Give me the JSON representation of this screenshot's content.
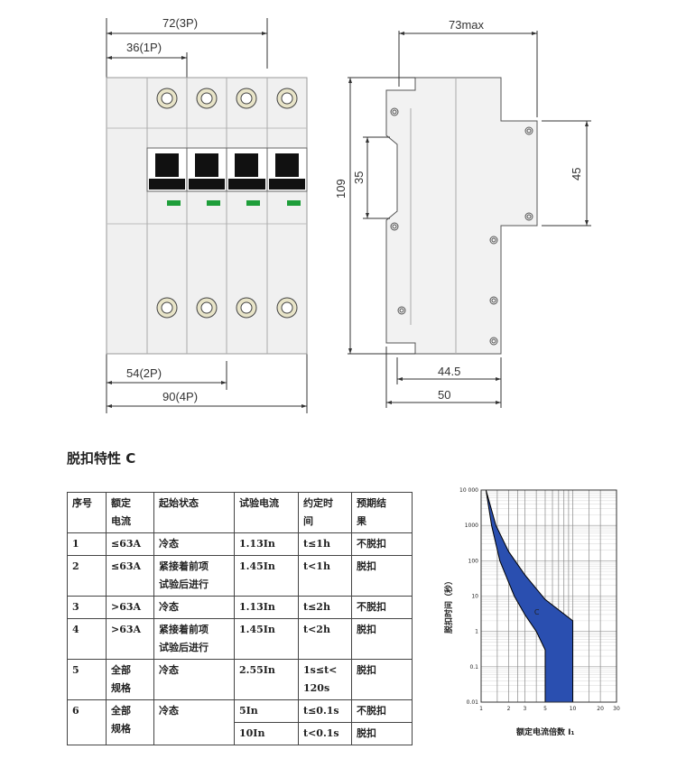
{
  "dimensions": {
    "width_3p": "72(3P)",
    "width_1p": "36(1P)",
    "width_2p": "54(2P)",
    "width_4p": "90(4P)",
    "depth_max": "73max",
    "height_total": "109",
    "rail_height": "35",
    "front_height": "45",
    "depth_44_5": "44.5",
    "depth_50": "50"
  },
  "section_title": "脱扣特性 C",
  "table": {
    "headers": [
      [
        "序号"
      ],
      [
        "额定",
        "电流"
      ],
      [
        "起始状态"
      ],
      [
        "试验电流"
      ],
      [
        "约定时",
        "间"
      ],
      [
        "预期结",
        "果"
      ]
    ],
    "rows": [
      {
        "no": "1",
        "current": [
          "≤63A"
        ],
        "state": [
          "冷态"
        ],
        "test": "1.13In",
        "time": [
          "t≤1h"
        ],
        "result": "不脱扣"
      },
      {
        "no": "2",
        "current": [
          "≤63A"
        ],
        "state": [
          "紧接着前项",
          "试验后进行"
        ],
        "test": "1.45In",
        "time": [
          "t<1h"
        ],
        "result": "脱扣"
      },
      {
        "no": "3",
        "current": [
          ">63A"
        ],
        "state": [
          "冷态"
        ],
        "test": "1.13In",
        "time": [
          "t≤2h"
        ],
        "result": "不脱扣"
      },
      {
        "no": "4",
        "current": [
          ">63A"
        ],
        "state": [
          "紧接着前项",
          "试验后进行"
        ],
        "test": "1.45In",
        "time": [
          "t<2h"
        ],
        "result": "脱扣"
      },
      {
        "no": "5",
        "current": [
          "全部",
          "规格"
        ],
        "state": [
          "冷态"
        ],
        "test": "2.55In",
        "time": [
          "1s≤t<",
          "120s"
        ],
        "result": "脱扣"
      },
      {
        "no": "6",
        "current": [
          "全部",
          "规格"
        ],
        "state": [
          "冷态"
        ],
        "test_a": "5In",
        "time_a": "t≤0.1s",
        "result_a": "不脱扣",
        "test_b": "10In",
        "time_b": "t<0.1s",
        "result_b": "脱扣"
      }
    ]
  },
  "chart": {
    "y_label": "脱扣时间（秒）",
    "x_label": "额定电流倍数 I₁",
    "curve_label": "C",
    "fill_color": "#2a4fb0",
    "y_ticks": [
      "10 000",
      "1000",
      "100",
      "10",
      "1",
      "0.1",
      "0.01"
    ],
    "x_ticks": [
      "1",
      "2",
      "3",
      "5",
      "10",
      "20",
      "30"
    ]
  },
  "chart_data": {
    "type": "area",
    "title": "",
    "xlabel": "额定电流倍数 I₁",
    "ylabel": "脱扣时间（秒）",
    "xscale": "log",
    "yscale": "log",
    "xlim": [
      1,
      30
    ],
    "ylim": [
      0.01,
      10000
    ],
    "series": [
      {
        "name": "C",
        "band_upper": [
          [
            1.13,
            10000
          ],
          [
            1.45,
            1000
          ],
          [
            2,
            180
          ],
          [
            3,
            40
          ],
          [
            5,
            8
          ],
          [
            10,
            2
          ],
          [
            10,
            0.01
          ]
        ],
        "band_lower": [
          [
            1.13,
            10000
          ],
          [
            1.3,
            1000
          ],
          [
            1.6,
            100
          ],
          [
            2.3,
            10
          ],
          [
            3,
            3
          ],
          [
            4,
            1
          ],
          [
            5,
            0.3
          ],
          [
            5,
            0.01
          ]
        ]
      }
    ]
  }
}
